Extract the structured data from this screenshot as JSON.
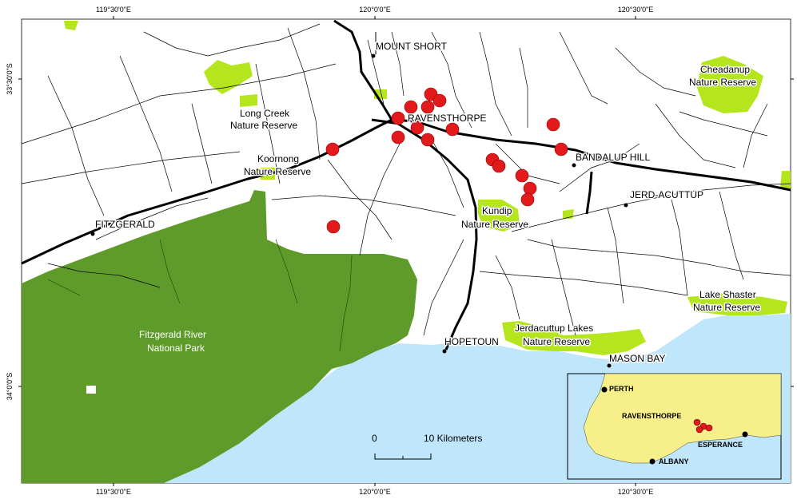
{
  "graticule": {
    "top": [
      "119°30'0\"E",
      "120°0'0\"E",
      "120°30'0\"E"
    ],
    "bottom": [
      "119°30'0\"E",
      "120°0'0\"E",
      "120°30'0\"E"
    ],
    "left": [
      "33°30'0\"S",
      "34°0'0\"S"
    ]
  },
  "places": {
    "mount_short": "MOUNT SHORT",
    "ravensthorpe": "RAVENSTHORPE",
    "bandalup_hill": "BANDALUP HILL",
    "jerdacuttup": "JERD-ACUTTUP",
    "fitzgerald": "FITZGERALD",
    "hopetoun": "HOPETOUN",
    "mason_bay": "MASON BAY"
  },
  "reserves": {
    "cheadanup": [
      "Cheadanup",
      "Nature Reserve"
    ],
    "long_creek": [
      "Long Creek",
      "Nature Reserve"
    ],
    "koornong": [
      "Koornong",
      "Nature Reserve"
    ],
    "kundip": [
      "Kundip",
      "Nature Reserve"
    ],
    "lake_shaster": [
      "Lake Shaster",
      "Nature Reserve"
    ],
    "jerdacuttup_lakes": [
      "Jerdacuttup Lakes",
      "Nature Reserve"
    ],
    "fitzgerald_np": [
      "Fitzgerald River",
      "National Park"
    ]
  },
  "scale_bar": {
    "zero": "0",
    "label": "10 Kilometers"
  },
  "inset": {
    "perth": "PERTH",
    "ravensthorpe": "RAVENSTHORPE",
    "esperance": "ESPERANCE",
    "albany": "ALBANY"
  },
  "colors": {
    "ocean": "#bfe6fa",
    "national_park": "#5f9b2a",
    "nature_reserve": "#b5e61d",
    "site_marker": "#e31a1c",
    "inset_land": "#f7f08a"
  }
}
